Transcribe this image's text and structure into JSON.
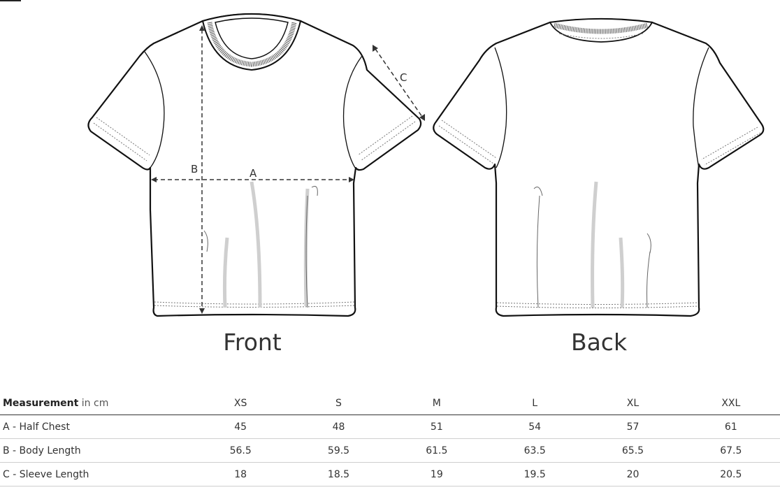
{
  "views": {
    "front_label": "Front",
    "back_label": "Back"
  },
  "dimension_labels": {
    "a": "A",
    "b": "B",
    "c": "C"
  },
  "table": {
    "header": {
      "measurement_label": "Measurement",
      "unit_label": "in cm",
      "sizes": [
        "XS",
        "S",
        "M",
        "L",
        "XL",
        "XXL"
      ]
    },
    "rows": [
      {
        "label": "A - Half Chest",
        "values": [
          "45",
          "48",
          "51",
          "54",
          "57",
          "61"
        ]
      },
      {
        "label": "B - Body Length",
        "values": [
          "56.5",
          "59.5",
          "61.5",
          "63.5",
          "65.5",
          "67.5"
        ]
      },
      {
        "label": "C - Sleeve Length",
        "values": [
          "18",
          "18.5",
          "19",
          "19.5",
          "20",
          "20.5"
        ]
      }
    ]
  }
}
